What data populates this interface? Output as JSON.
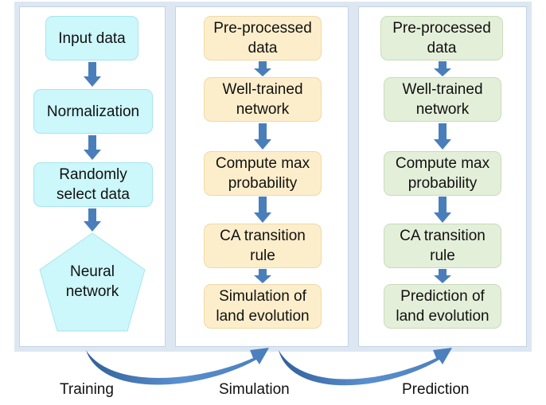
{
  "colors": {
    "panel_frame": "#dde7f2",
    "arrow": "#4a7ebb",
    "training_box": "#ccf7fb",
    "simulation_box": "#fdeecb",
    "prediction_box": "#e4efda"
  },
  "training": {
    "label": "Training",
    "steps": [
      "Input data",
      "Normalization",
      "Randomly\nselect data"
    ],
    "final_step": "Neural\nnetwork"
  },
  "simulation": {
    "label": "Simulation",
    "steps": [
      "Pre-processed\ndata",
      "Well-trained\nnetwork",
      "Compute max\nprobability",
      "CA transition\nrule",
      "Simulation of\nland evolution"
    ]
  },
  "prediction": {
    "label": "Prediction",
    "steps": [
      "Pre-processed\ndata",
      "Well-trained\nnetwork",
      "Compute max\nprobability",
      "CA transition\nrule",
      "Prediction of\nland evolution"
    ]
  }
}
